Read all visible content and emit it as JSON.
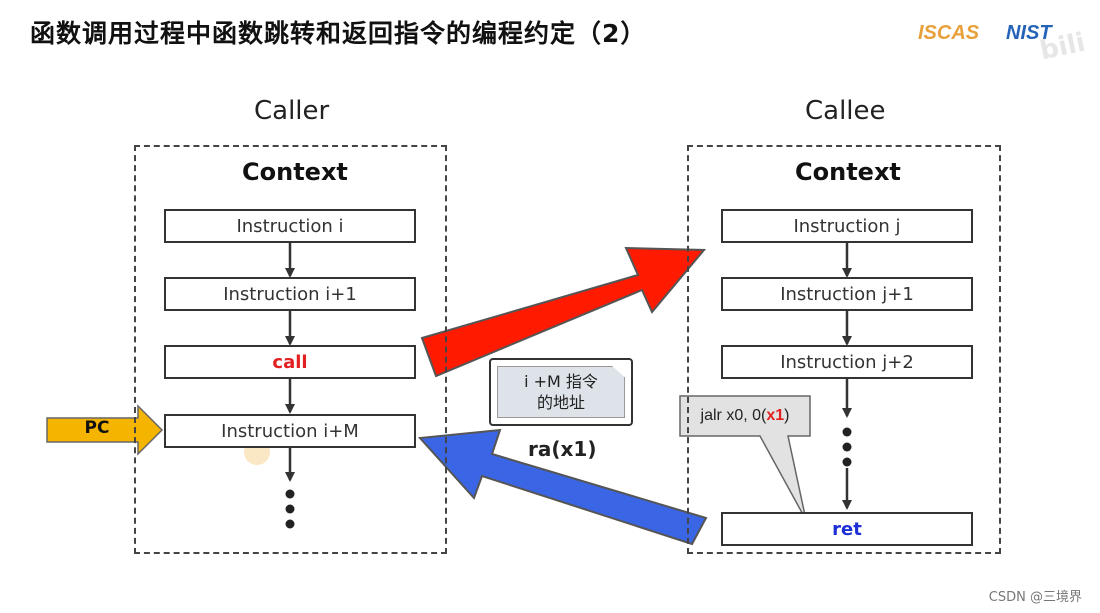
{
  "title": "函数调用过程中函数跳转和返回指令的编程约定（2）",
  "logos": {
    "left": "ISCAS",
    "right": "NIST"
  },
  "watermark": "bili",
  "caller": {
    "heading": "Caller",
    "context_title": "Context",
    "instructions": [
      "Instruction i",
      "Instruction i+1",
      "call",
      "Instruction i+M"
    ]
  },
  "callee": {
    "heading": "Callee",
    "context_title": "Context",
    "instructions": [
      "Instruction j",
      "Instruction j+1",
      "Instruction j+2",
      "ret"
    ]
  },
  "note": {
    "line1": "i +M 指令",
    "line2": "的地址"
  },
  "ra_label": "ra(x1)",
  "callout": {
    "prefix": "jalr x0, 0(",
    "reg": "x1",
    "suffix": ")"
  },
  "pc_label": "PC",
  "footer": "CSDN @三境界",
  "colors": {
    "call_arrow": "#ff1a00",
    "return_arrow": "#3a66e6",
    "pc_arrow": "#f5b400",
    "call_text": "#e32020",
    "ret_text": "#1f2fd6"
  }
}
